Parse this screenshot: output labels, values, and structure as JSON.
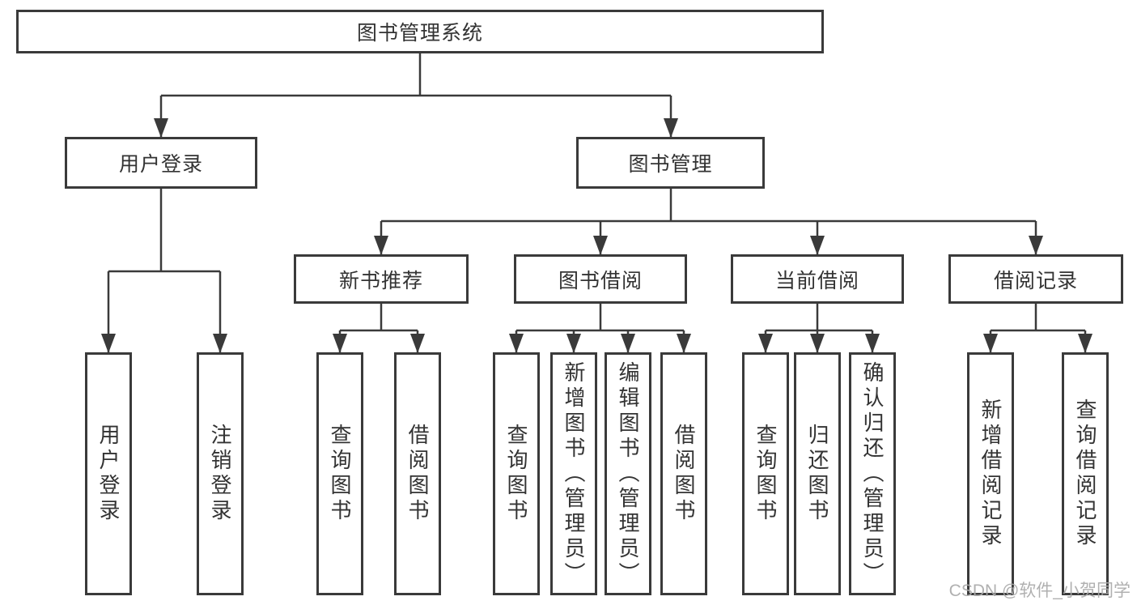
{
  "diagram": {
    "root": {
      "label": "图书管理系统"
    },
    "level2": [
      {
        "label": "用户登录",
        "children": [
          {
            "label": "用户登录"
          },
          {
            "label": "注销登录"
          }
        ]
      },
      {
        "label": "图书管理",
        "children": [
          {
            "label": "新书推荐",
            "children": [
              {
                "label": "查询图书"
              },
              {
                "label": "借阅图书"
              }
            ]
          },
          {
            "label": "图书借阅",
            "children": [
              {
                "label": "查询图书"
              },
              {
                "label": "新增图书（管理员）"
              },
              {
                "label": "编辑图书（管理员）"
              },
              {
                "label": "借阅图书"
              }
            ]
          },
          {
            "label": "当前借阅",
            "children": [
              {
                "label": "查询图书"
              },
              {
                "label": "归还图书"
              },
              {
                "label": "确认归还（管理员）"
              }
            ]
          },
          {
            "label": "借阅记录",
            "children": [
              {
                "label": "新增借阅记录"
              },
              {
                "label": "查询借阅记录"
              }
            ]
          }
        ]
      }
    ],
    "colors": {
      "line": "#3a3a3a",
      "text": "#333333",
      "background": "#ffffff",
      "watermark": "#aaaaaa"
    },
    "watermark": {
      "text": "CSDN @软件_小贺同学"
    }
  }
}
